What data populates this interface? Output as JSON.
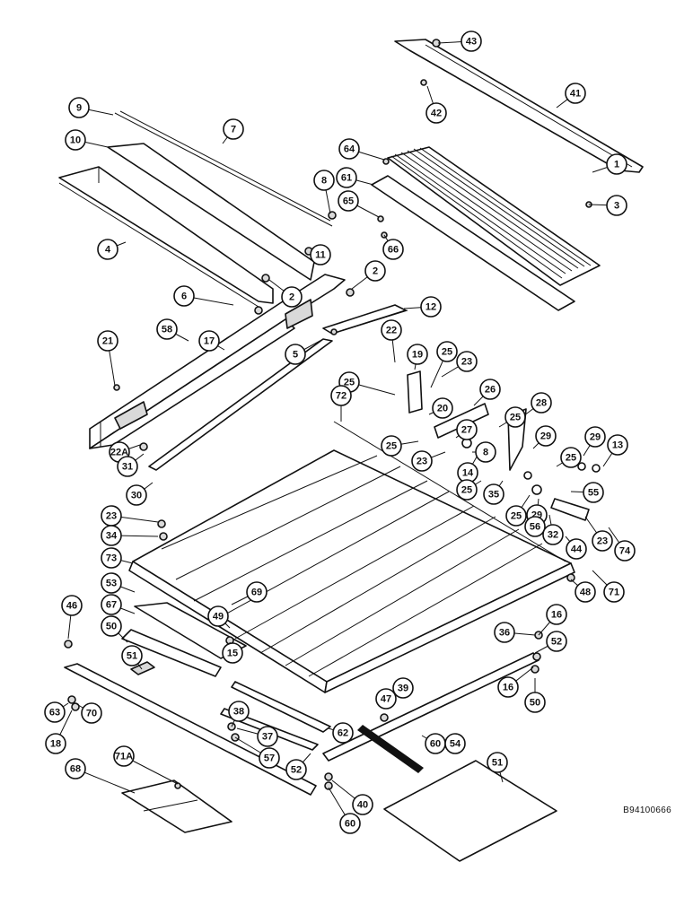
{
  "figure_code": "B94100666",
  "callouts": [
    "43",
    "41",
    "42",
    "9",
    "7",
    "10",
    "64",
    "1",
    "61",
    "3",
    "65",
    "8",
    "66",
    "4",
    "11",
    "2",
    "2",
    "6",
    "12",
    "58",
    "17",
    "5",
    "21",
    "22",
    "25",
    "19",
    "23",
    "25",
    "26",
    "20",
    "72",
    "28",
    "25",
    "27",
    "29",
    "29",
    "25",
    "23",
    "25",
    "8",
    "22A",
    "13",
    "31",
    "14",
    "30",
    "25",
    "35",
    "29",
    "25",
    "55",
    "56",
    "23",
    "34",
    "32",
    "23",
    "44",
    "74",
    "73",
    "48",
    "71",
    "69",
    "53",
    "67",
    "49",
    "50",
    "15",
    "36",
    "16",
    "46",
    "52",
    "51",
    "16",
    "50",
    "47",
    "39",
    "38",
    "63",
    "70",
    "37",
    "62",
    "18",
    "57",
    "60",
    "54",
    "68",
    "71A",
    "52",
    "51",
    "40",
    "60"
  ]
}
